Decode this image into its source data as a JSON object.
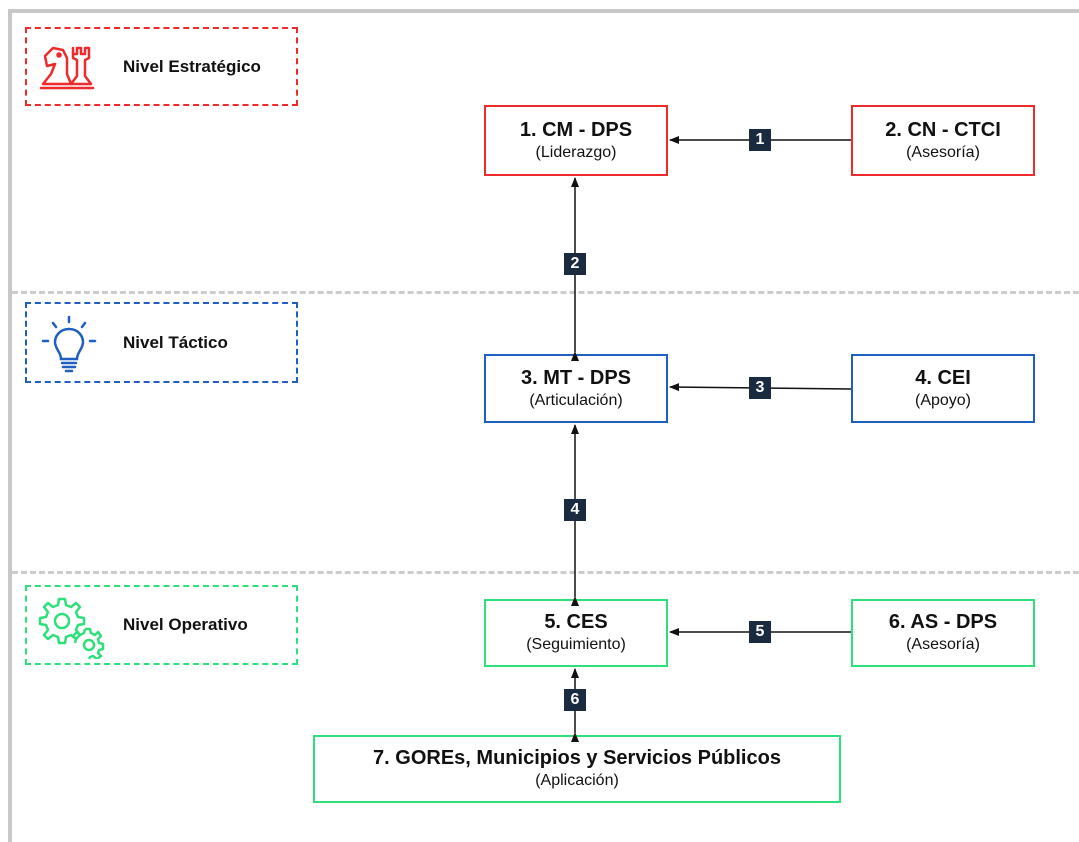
{
  "levels": [
    {
      "label": "Nivel Estratégico",
      "color": "#ee2a2a",
      "icon": "chess-icon"
    },
    {
      "label": "Nivel Táctico",
      "color": "#1f5fbf",
      "icon": "lightbulb-icon"
    },
    {
      "label": "Nivel Operativo",
      "color": "#2ee07a",
      "icon": "gears-icon"
    }
  ],
  "nodes": {
    "cm_dps": {
      "title": "1. CM - DPS",
      "subtitle": "(Liderazgo)"
    },
    "cn_ctci": {
      "title": "2. CN - CTCI",
      "subtitle": "(Asesoría)"
    },
    "mt_dps": {
      "title": "3. MT - DPS",
      "subtitle": "(Articulación)"
    },
    "cei": {
      "title": "4. CEI",
      "subtitle": "(Apoyo)"
    },
    "ces": {
      "title": "5. CES",
      "subtitle": "(Seguimiento)"
    },
    "as_dps": {
      "title": "6. AS - DPS",
      "subtitle": "(Asesoría)"
    },
    "gores": {
      "title": "7. GOREs, Municipios y Servicios Públicos",
      "subtitle": "(Aplicación)"
    }
  },
  "connectors": [
    "1",
    "2",
    "3",
    "4",
    "5",
    "6"
  ]
}
